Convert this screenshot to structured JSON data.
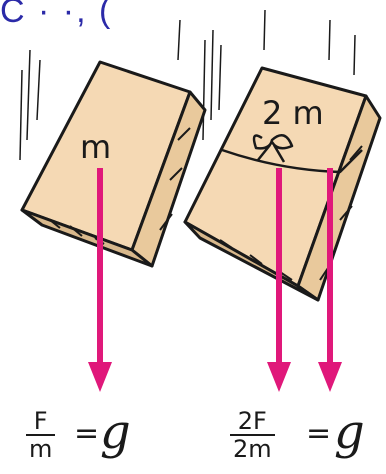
{
  "header_fragment": "C  ·  ·,  (",
  "left_block": {
    "mass_label": "m"
  },
  "right_block": {
    "mass_label": "2 m"
  },
  "equation_left": {
    "numerator": "F",
    "denominator": "m",
    "equals": "=",
    "result": "g"
  },
  "equation_right": {
    "numerator": "2F",
    "denominator": "2m",
    "equals": "=",
    "result": "g"
  },
  "colors": {
    "force_arrow": "#e0187a",
    "box_fill": "#f5d9b4",
    "box_side": "#e9c99c",
    "ink": "#1a1a1a",
    "header": "#2b2aa8"
  }
}
